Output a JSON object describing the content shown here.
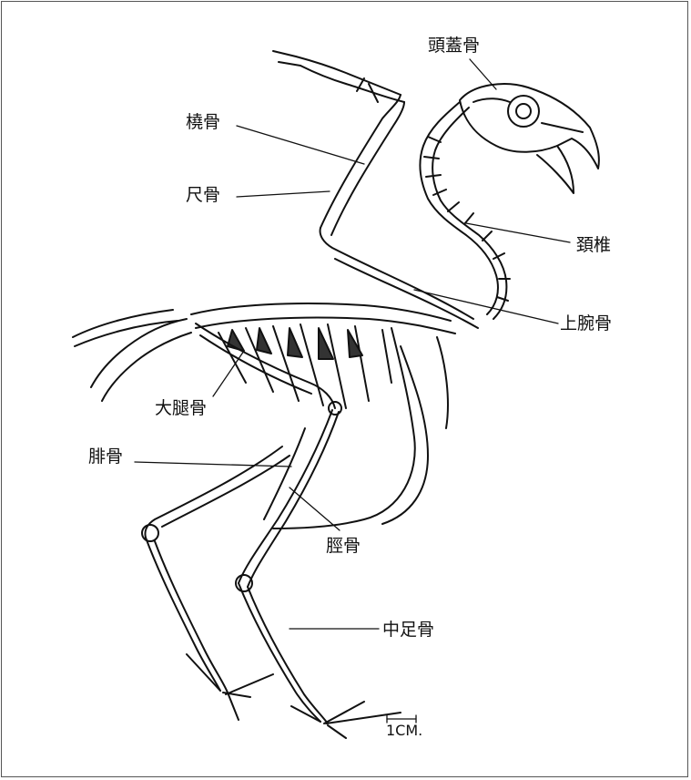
{
  "labels": {
    "skull": "頭蓋骨",
    "radius": "橈骨",
    "ulna": "尺骨",
    "cervical": "頚椎",
    "humerus": "上腕骨",
    "femur": "大腿骨",
    "fibula": "腓骨",
    "tibia": "脛骨",
    "metatarsus": "中足骨"
  },
  "scale_bar": "1CM."
}
